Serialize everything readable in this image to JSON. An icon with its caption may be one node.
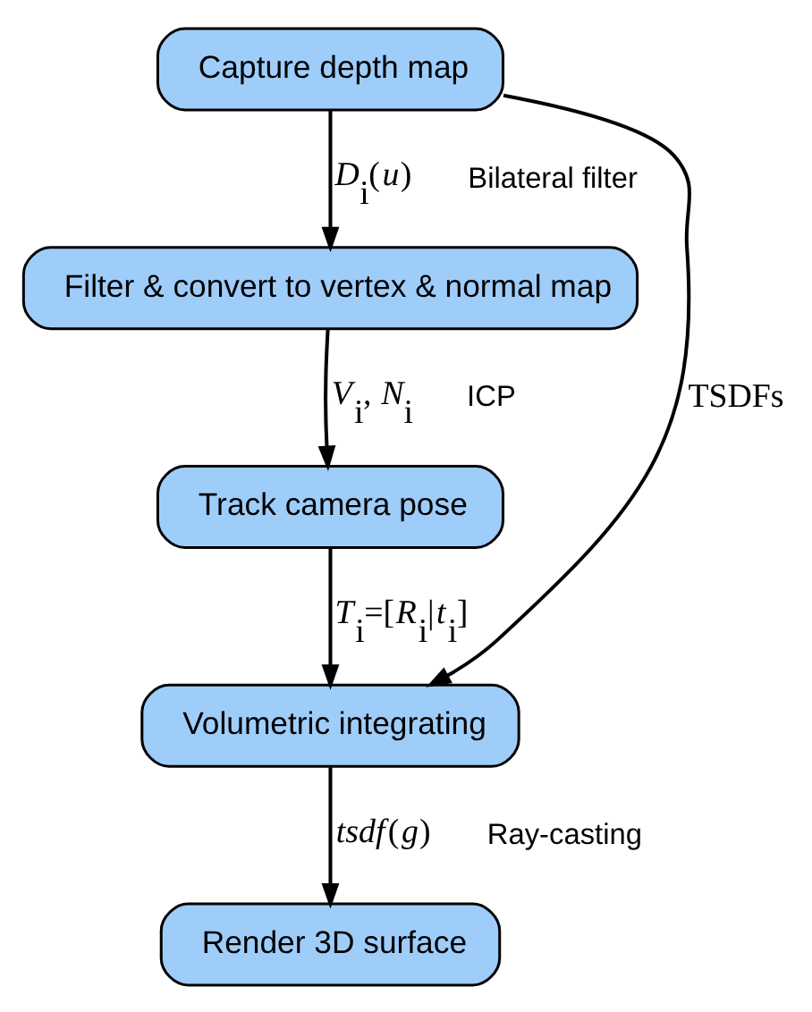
{
  "diagram": {
    "nodes": [
      {
        "text": [
          "Capture depth map"
        ]
      },
      {
        "text": [
          "Filter & convert to vertex & normal map"
        ]
      },
      {
        "text": [
          "Track camera pose"
        ]
      },
      {
        "text": [
          "Volumetric integrating"
        ]
      },
      {
        "text": [
          "Render 3D surface"
        ]
      }
    ],
    "edges": [
      {
        "from": 0,
        "to": 1,
        "arrow": "to",
        "label": "*D*$_{i}$(*u*)"
      },
      {
        "from": 1,
        "to": 2,
        "arrow": "to",
        "label": "*V*$_{i}$, *N*$_{i}$"
      },
      {
        "from": 2,
        "to": 3,
        "arrow": "to",
        "label": "*T*$_{i}$=[*R*$_{i}$|*t*$_{i}$]"
      },
      {
        "from": 3,
        "to": 4,
        "arrow": "to",
        "label": "*tsdf*(*g*)"
      },
      {
        "from": 0,
        "to": 3,
        "arrow": "to",
        "label": "TSDFs"
      }
    ],
    "labels": [
      "Bilateral filter",
      "ICP",
      "Ray-casting"
    ]
  }
}
